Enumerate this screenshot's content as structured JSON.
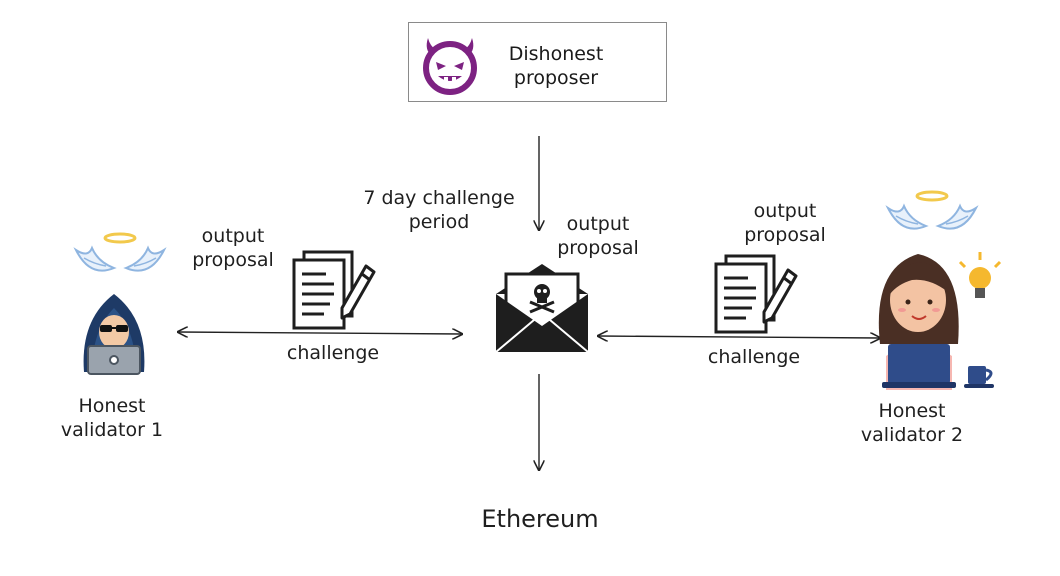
{
  "proposer": {
    "line1": "Dishonest",
    "line2": "proposer",
    "icon": "devil-face-icon",
    "color": "#7d2282"
  },
  "center": {
    "period_line1": "7 day challenge",
    "period_line2": "period",
    "output_line1": "output",
    "output_line2": "proposal",
    "icon": "envelope-skull-icon"
  },
  "left": {
    "output_line1": "output",
    "output_line2": "proposal",
    "arrow_label": "challenge",
    "validator_line1": "Honest",
    "validator_line2": "validator 1",
    "icon": "hooded-hacker-laptop-icon",
    "halo_icon": "halo-wings-icon",
    "doc_icon": "document-pen-icon"
  },
  "right": {
    "output_line1": "output",
    "output_line2": "proposal",
    "arrow_label": "challenge",
    "validator_line1": "Honest",
    "validator_line2": "validator 2",
    "icon": "woman-laptop-icon",
    "halo_icon": "halo-wings-icon",
    "doc_icon": "document-pen-icon"
  },
  "bottom": {
    "label": "Ethereum"
  }
}
